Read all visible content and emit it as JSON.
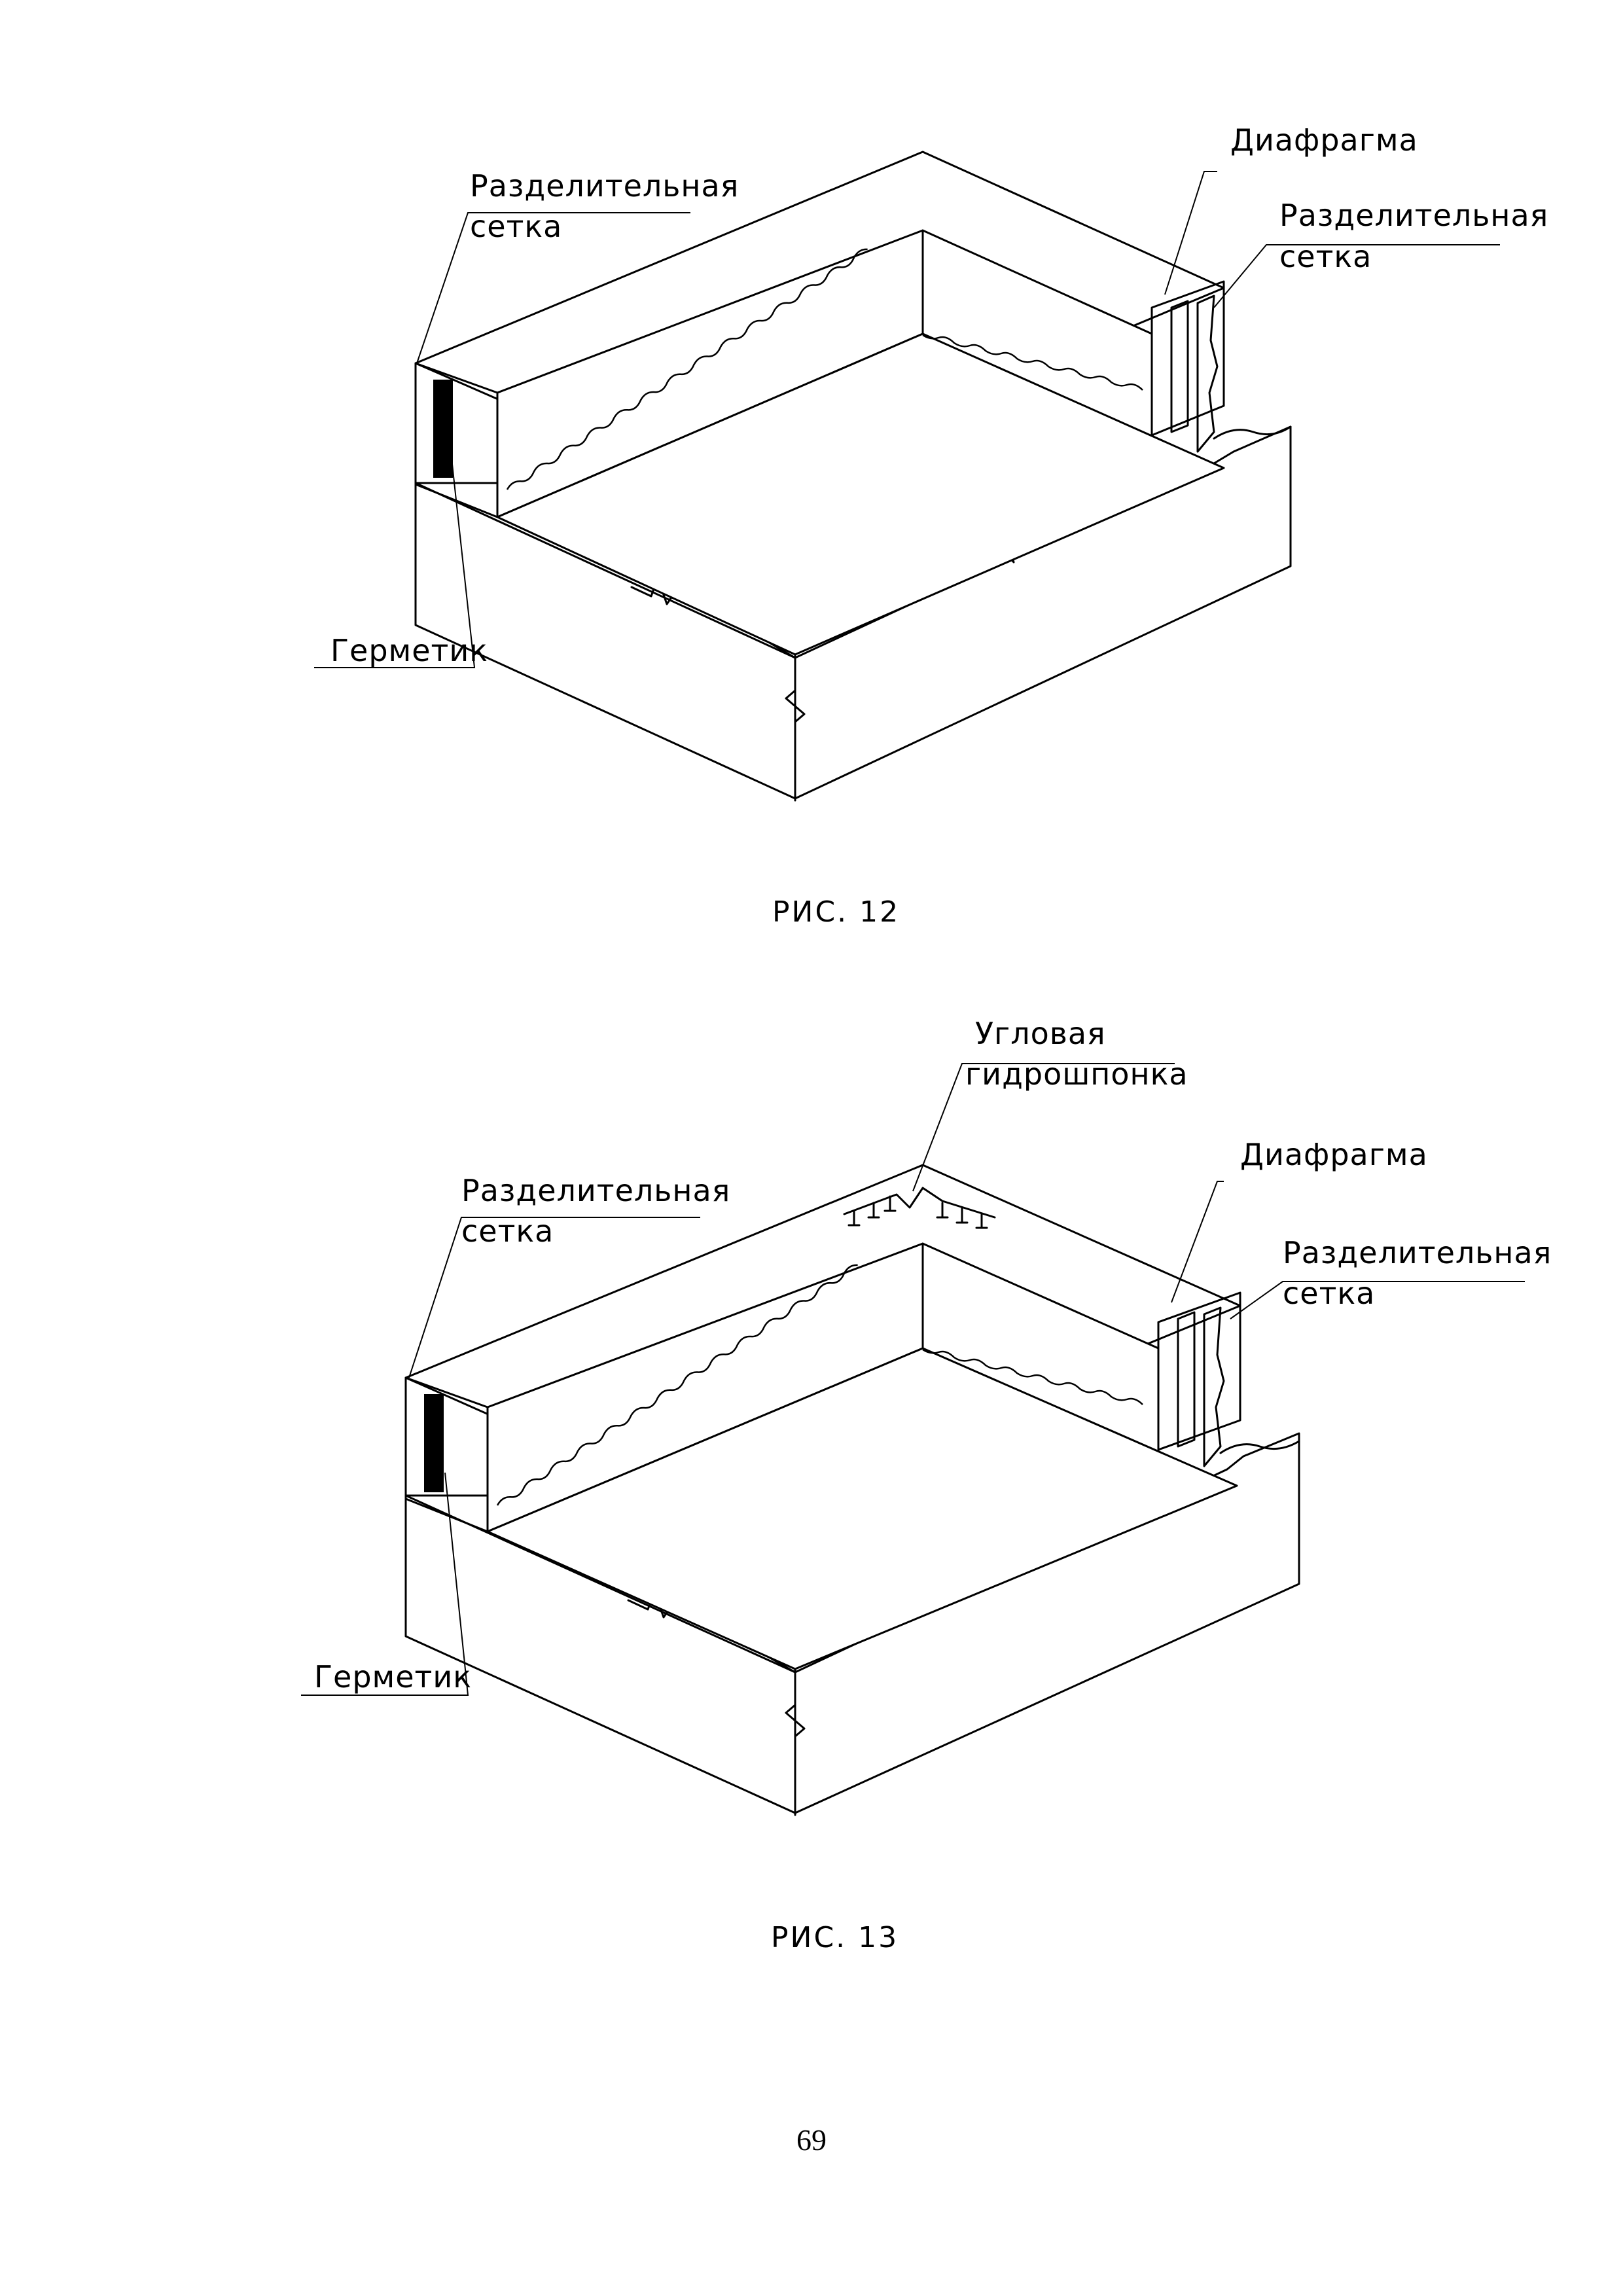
{
  "figures": [
    {
      "caption": "РИС. 12",
      "labels": {
        "left_mesh_line1": "Разделительная",
        "left_mesh_line2": "сетка",
        "diaphragm": "Диафрагма",
        "right_mesh_line1": "Разделительная",
        "right_mesh_line2": "сетка",
        "sealant": "Герметик"
      }
    },
    {
      "caption": "РИС. 13",
      "labels": {
        "waterstop_line1": "Угловая",
        "waterstop_line2": "гидрошпонка",
        "left_mesh_line1": "Разделительная",
        "left_mesh_line2": "сетка",
        "diaphragm": "Диафрагма",
        "right_mesh_line1": "Разделительная",
        "right_mesh_line2": "сетка",
        "sealant": "Герметик"
      }
    }
  ],
  "page_number": "69"
}
